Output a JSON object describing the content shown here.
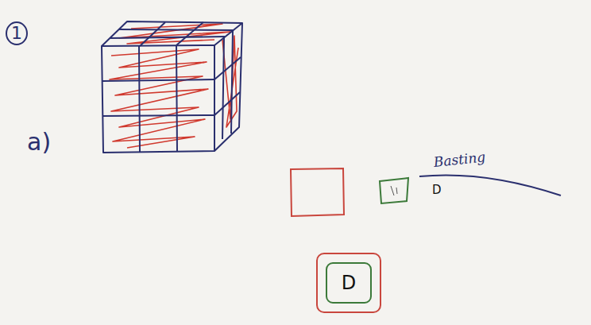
{
  "diagram": {
    "nodes": [
      {
        "text": []
      },
      {
        "text": [
          "D"
        ],
        "in": 0
      }
    ],
    "labels": [
      "1",
      "a)",
      "D",
      "Basting"
    ]
  }
}
